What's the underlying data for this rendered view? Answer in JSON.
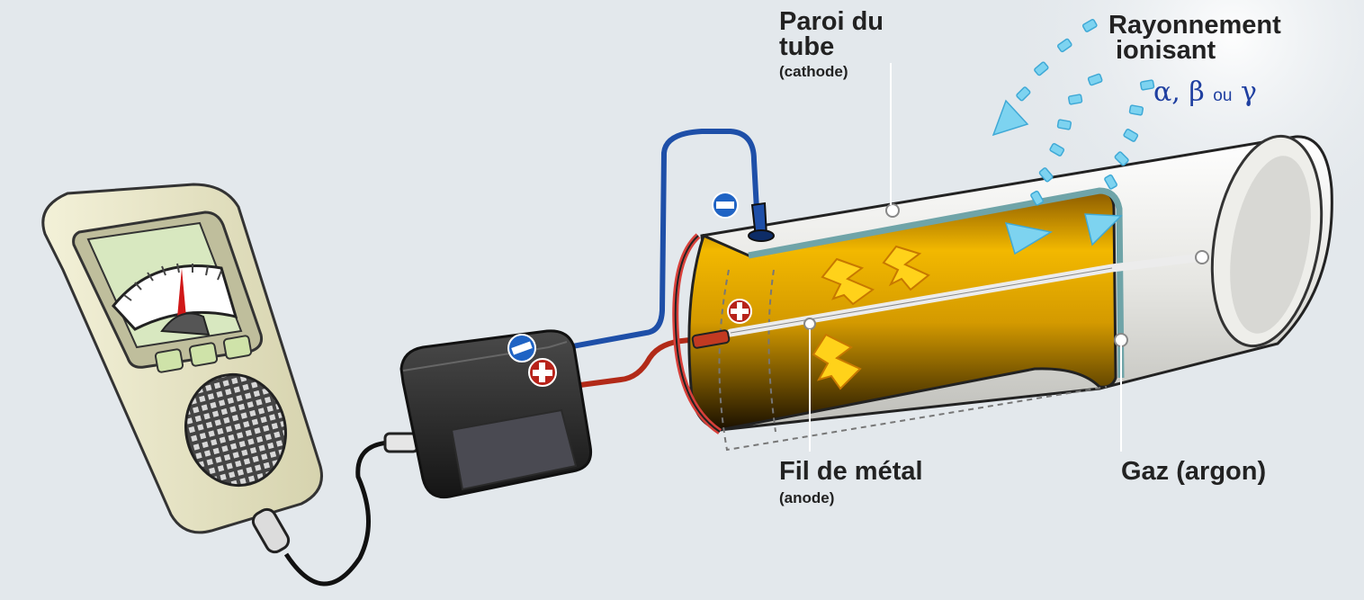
{
  "labels": {
    "tube_wall": {
      "line1": "Paroi du",
      "line2": "tube",
      "sub": "(cathode)"
    },
    "radiation": {
      "line1": "Rayonnement",
      "line2": "ionisant",
      "greek_a": "α",
      "comma": ",",
      "greek_b": "β",
      "ou": "ou",
      "greek_g": "γ"
    },
    "wire": {
      "main": "Fil de métal",
      "sub": "(anode)"
    },
    "gas": {
      "main": "Gaz (argon)"
    }
  },
  "icons": [
    "minus-terminal-icon",
    "plus-terminal-icon",
    "lightning-icon",
    "radiation-arrow-icon"
  ],
  "colors": {
    "background": "#e3e8ec",
    "cable_negative": "#1e4fa8",
    "cable_positive": "#b22a18",
    "gas_fill": "#e0a400",
    "radiation": "#7dd3f0",
    "greek_text": "#1f3fa0"
  }
}
